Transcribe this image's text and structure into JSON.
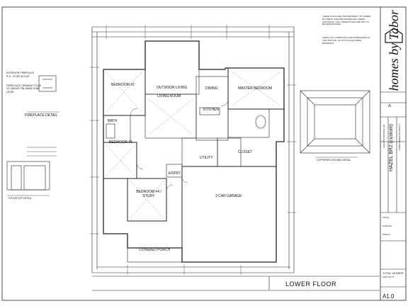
{
  "sheet": {
    "title": "LOWER FLOOR",
    "sheet_number": "A1.0",
    "revision": "A"
  },
  "title_block": {
    "project_name": "HAZEL BR2 (custom)",
    "address": "1293 RED SPRUCE CIR.",
    "subdivision": "HONEYCREEK ESTATES 2",
    "brand": "homes by Tabor",
    "notes_top": "THESE PLANS ARE THE PROPERTY OF HOMES BY TABOR, AND ARE PROTECTED UNDER COPYRIGHT LAW. THESE PLANS ARE NOT TO BE REPRODUCED.",
    "notes_mid": "VERIFY ALL CONDITIONS AND DIMENSIONS AT THE JOB SITE. DO NOT SCALE THESE DRAWINGS.",
    "areas": [
      "TOTAL",
      "GARAGE",
      "PORCH"
    ],
    "total_label": "TOTAL VENEER",
    "total_value": "2400 SQ FT"
  },
  "rooms": {
    "outdoor_living": "OUTDOOR LIVING",
    "bedroom2": "BEDROOM #2",
    "living_room": "LIVING ROOM",
    "dining": "DINING",
    "master_bedroom": "MASTER BEDROOM",
    "kitchen": "KITCHEN",
    "bath": "BATH",
    "bedroom3": "BEDROOM #3",
    "entry": "ENTRY",
    "utility": "UTILITY",
    "closet": "CLOSET",
    "bedroom4": "BEDROOM #4 / STUDY",
    "garage": "3 CAR GARAGE",
    "covered_porch": "COVERED PORCH"
  },
  "details": {
    "exterior_fireplace_title": "EXTERIOR FIREPLACE",
    "exterior_fireplace_note": "R.O. TO BE 42\"x42\"",
    "fireplace_opening": "FIREPLACE OPENING TO BE 12\" ABOVE FIN. MAIN SLAB LEVEL",
    "fireplace_detail": "FIREPLACE DETAIL",
    "coffered_ceiling_detail": "COFFERED CEILING DETAIL",
    "left_small_detail": "STOVETOP DETAIL"
  }
}
